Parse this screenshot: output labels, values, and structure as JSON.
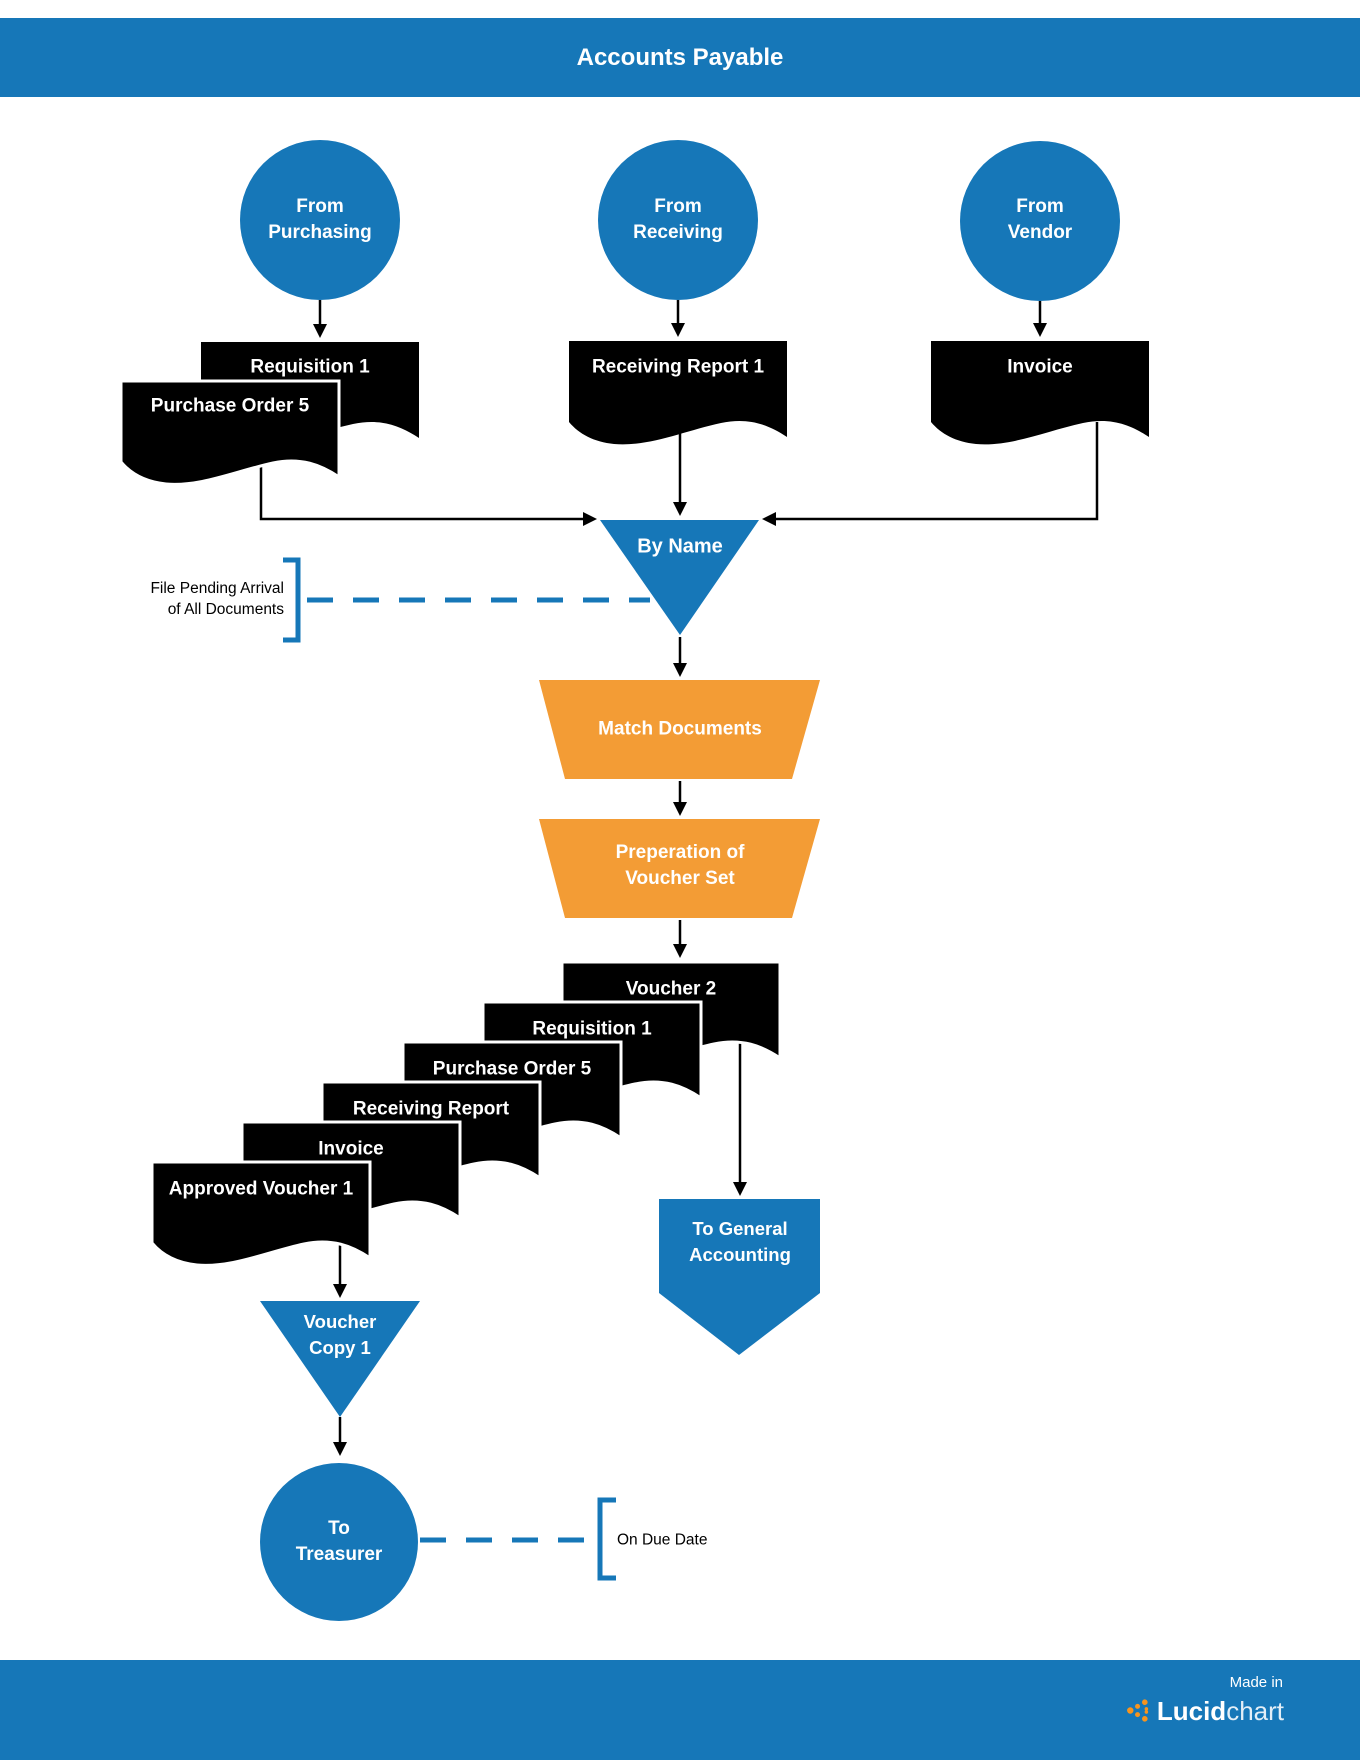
{
  "banner": {
    "title": "Accounts Payable"
  },
  "sources": {
    "purchasing": "From\nPurchasing",
    "receiving": "From\nReceiving",
    "vendor": "From\nVendor"
  },
  "top_documents": {
    "requisition": "Requisition 1",
    "purchase_order": "Purchase Order 5",
    "receiving_report": "Receiving Report 1",
    "invoice": "Invoice"
  },
  "process": {
    "by_name": "By Name",
    "match": "Match Documents",
    "preparation": "Preperation of\nVoucher Set"
  },
  "voucher_stack": [
    "Voucher 2",
    "Requisition 1",
    "Purchase Order 5",
    "Receiving Report",
    "Invoice",
    "Approved Voucher 1"
  ],
  "outputs": {
    "general_accounting": "To General\nAccounting",
    "voucher_copy": "Voucher\nCopy 1",
    "treasurer": "To\nTreasurer"
  },
  "annotations": {
    "file_pending": "File Pending Arrival\nof All Documents",
    "on_due_date": "On Due Date"
  },
  "footer": {
    "made_in": "Made in",
    "brand_bold": "Lucid",
    "brand_light": "chart"
  },
  "colors": {
    "blue": "#1677B8",
    "orange": "#F39C35",
    "line": "#000000",
    "logo_orange": "#F7941E"
  }
}
